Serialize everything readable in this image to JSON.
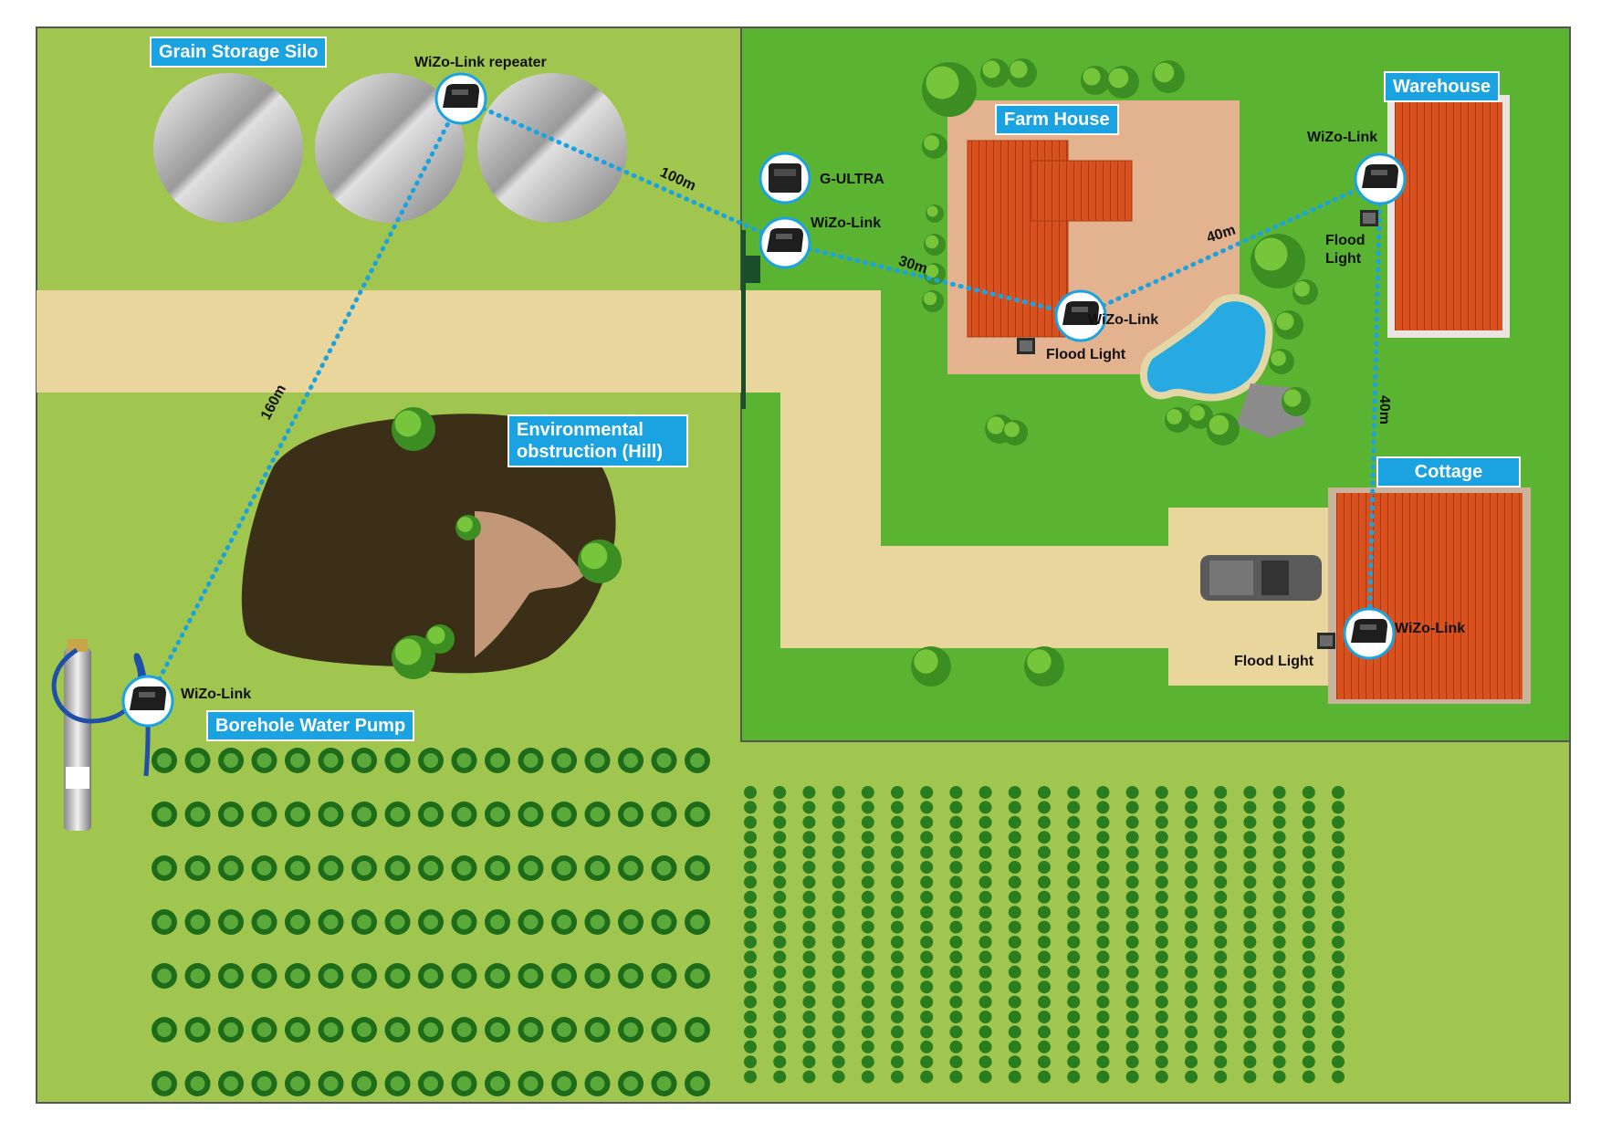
{
  "areas": {
    "silo": "Grain Storage Silo",
    "farmhouse": "Farm House",
    "warehouse": "Warehouse",
    "cottage": "Cottage",
    "hill": "Environmental obstruction (Hill)",
    "pump": "Borehole Water Pump"
  },
  "devices": {
    "repeater": "WiZo-Link repeater",
    "gultra": "G-ULTRA",
    "gate_link": "WiZo-Link",
    "house_link": "WiZo-Link",
    "warehouse_link": "WiZo-Link",
    "cottage_link": "WiZo-Link",
    "pump_link": "WiZo-Link"
  },
  "lights": {
    "house": "Flood Light",
    "warehouse": "Flood Light",
    "cottage": "Flood Light"
  },
  "distances": {
    "silo_gate": "100m",
    "gate_house": "30m",
    "house_warehouse": "40m",
    "warehouse_cottage": "40m",
    "pump_silo": "160m"
  },
  "colors": {
    "field": "#a0c64f",
    "yard": "#5bb431",
    "path": "#e9d69d",
    "roof": "#d9511f",
    "link_line": "#1aa3e0",
    "label_bg": "#1aa3e0"
  }
}
